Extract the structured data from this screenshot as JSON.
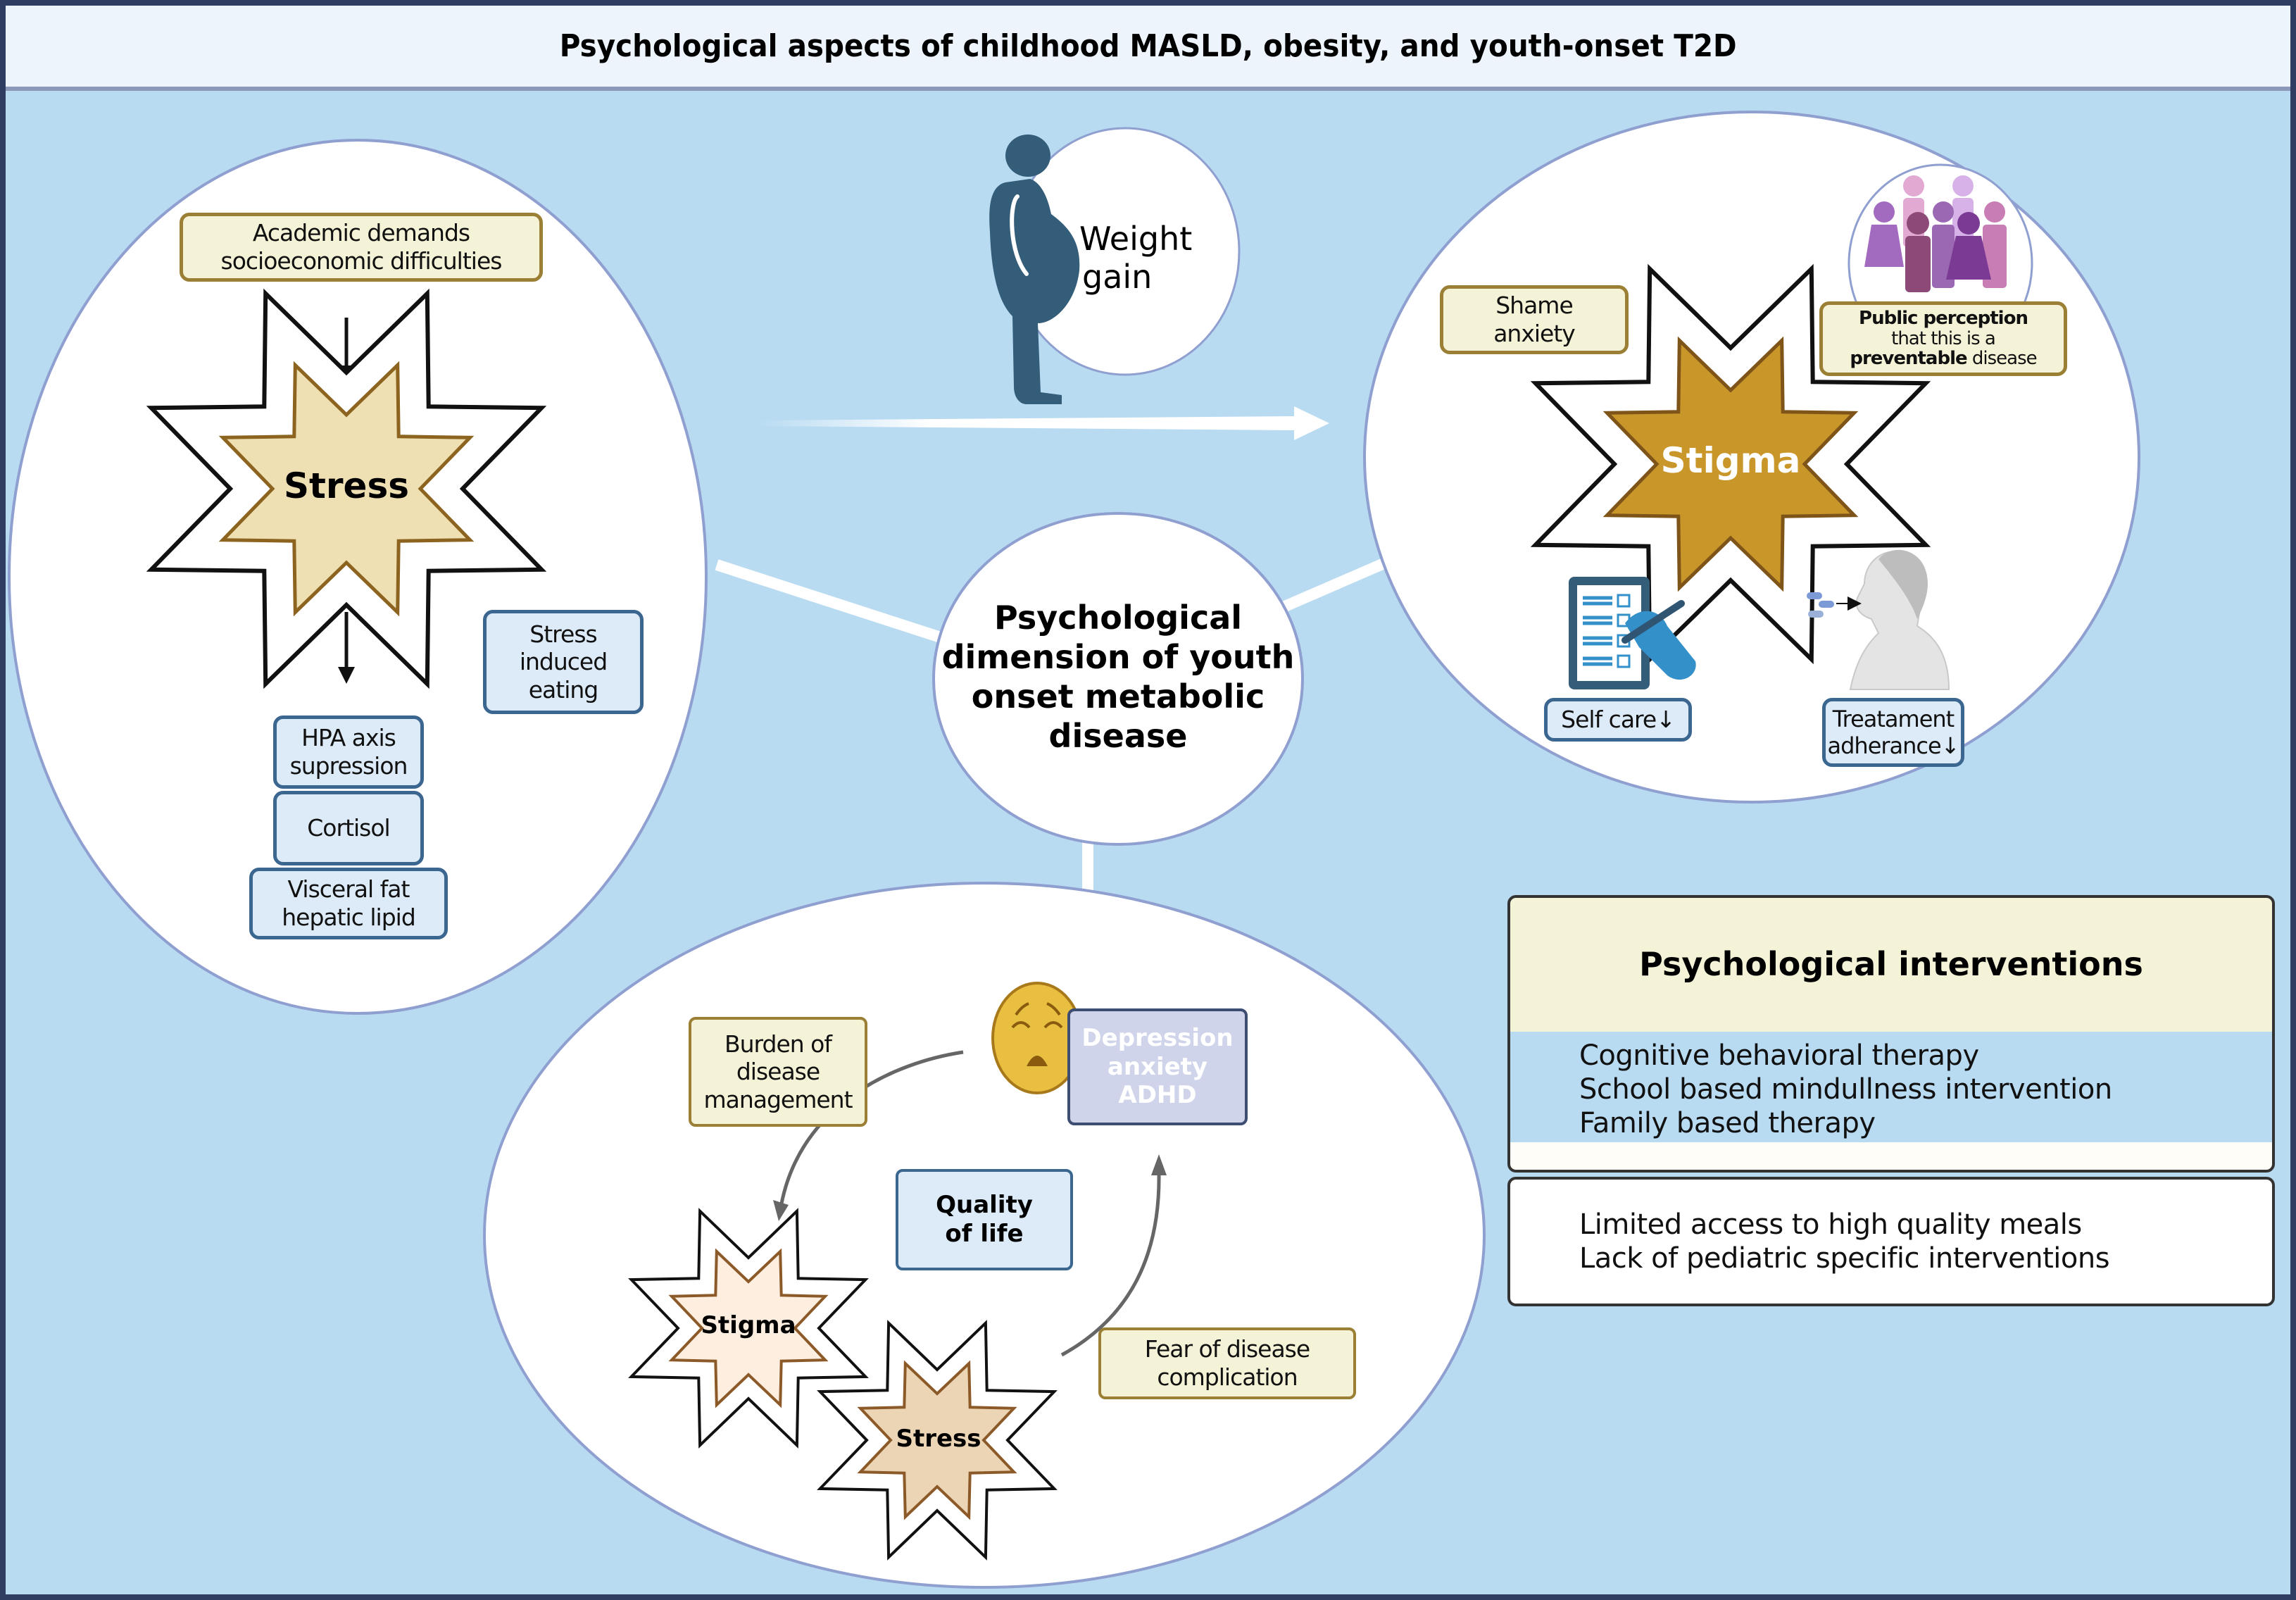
{
  "header": {
    "title": "Psychological aspects of childhood MASLD, obesity, and youth-onset T2D"
  },
  "colors": {
    "frame": "#2f3d63",
    "background": "#b8dbf2",
    "header_bg": "#edf4fc",
    "tan_box": "#f5f3d7",
    "tan_border": "#9a7f34",
    "blue_box": "#ddebf8",
    "blue_border": "#3b6690",
    "stress_star_fill": "#efe0b4",
    "stigma_star_fill": "#c9962a",
    "depression_box": "#cfd4ea"
  },
  "center": {
    "title": "Psychological dimension of youth onset metabolic disease"
  },
  "weight_gain": {
    "icon": "obese-person-icon",
    "label_line1": "Weight",
    "label_line2": "gain"
  },
  "stress_panel": {
    "trigger_line1": "Academic demands",
    "trigger_line2": "socioeconomic difficulties",
    "star_label": "Stress",
    "side_effect_line1": "Stress",
    "side_effect_line2": "induced",
    "side_effect_line3": "eating",
    "chain": [
      {
        "line1": "HPA axis",
        "line2": "supression"
      },
      {
        "line1": "Cortisol",
        "line2": ""
      },
      {
        "line1": "Visceral fat",
        "line2": "hepatic lipid"
      }
    ]
  },
  "stigma_panel": {
    "star_label": "Stigma",
    "shame_line1": "Shame",
    "shame_line2": "anxiety",
    "public_bold1": "Public perception",
    "public_plain": "that this is a",
    "public_bold2": "preventable",
    "public_plain2": " disease",
    "self_care": "Self care↓",
    "treatment_line1": "Treatament",
    "treatment_line2": "adherance↓",
    "icons": [
      "people-group-icon",
      "checklist-icon",
      "pills-person-icon"
    ]
  },
  "quality_panel": {
    "burden_line1": "Burden of",
    "burden_line2": "disease",
    "burden_line3": "management",
    "depression_line1": "Depression",
    "depression_line2": "anxiety",
    "depression_line3": "ADHD",
    "quality_line1": "Quality",
    "quality_line2": "of life",
    "stigma_label": "Stigma",
    "stress_label": "Stress",
    "fear_line1": "Fear of disease",
    "fear_line2": "complication",
    "icons": [
      "sad-face-icon"
    ]
  },
  "interventions": {
    "title": "Psychological interventions",
    "items": [
      "Cognitive behavioral therapy",
      "School based mindullness intervention",
      "Family based therapy"
    ],
    "barriers": [
      "Limited access to high quality meals",
      "Lack of pediatric specific interventions"
    ]
  }
}
